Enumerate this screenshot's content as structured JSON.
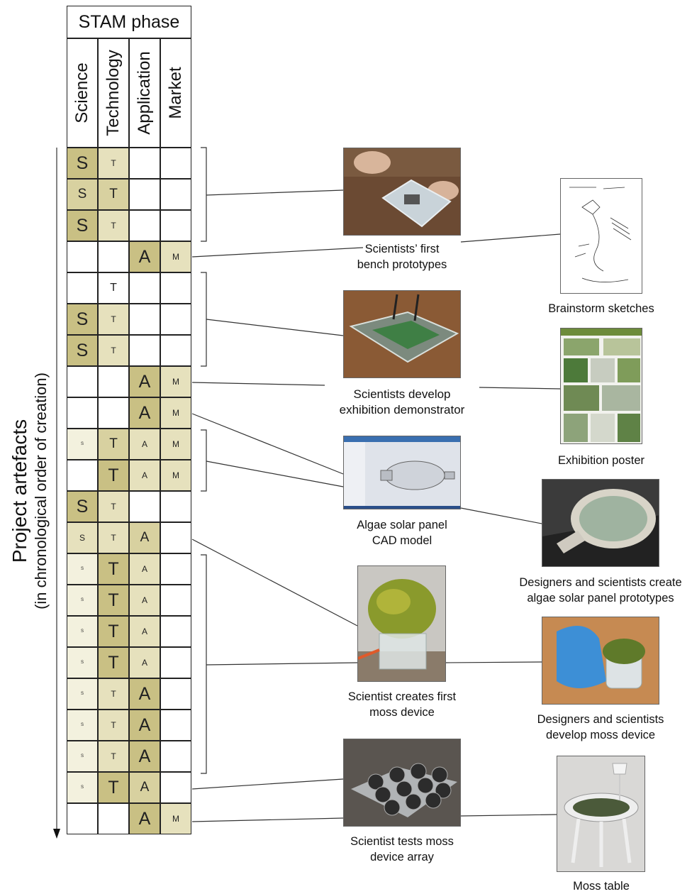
{
  "header": {
    "stam_title": "STAM phase",
    "columns": [
      "Science",
      "Technology",
      "Application",
      "Market"
    ]
  },
  "axis": {
    "title": "Project artefacts",
    "subtitle": "(in chronological order of creation)"
  },
  "rows": [
    [
      {
        "t": "S",
        "s": 3
      },
      {
        "t": "T",
        "s": 1
      },
      null,
      null
    ],
    [
      {
        "t": "S",
        "s": 2
      },
      {
        "t": "T",
        "s": 2
      },
      null,
      null
    ],
    [
      {
        "t": "S",
        "s": 3
      },
      {
        "t": "T",
        "s": 1
      },
      null,
      null
    ],
    [
      null,
      null,
      {
        "t": "A",
        "s": 3
      },
      {
        "t": "M",
        "s": 1
      }
    ],
    [
      null,
      {
        "t": "T",
        "s": 4
      },
      null,
      null
    ],
    [
      {
        "t": "S",
        "s": 3
      },
      {
        "t": "T",
        "s": 1
      },
      null,
      null
    ],
    [
      {
        "t": "S",
        "s": 3
      },
      {
        "t": "T",
        "s": 1
      },
      null,
      null
    ],
    [
      null,
      null,
      {
        "t": "A",
        "s": 3
      },
      {
        "t": "M",
        "s": 1
      }
    ],
    [
      null,
      null,
      {
        "t": "A",
        "s": 3
      },
      {
        "t": "M",
        "s": 1
      }
    ],
    [
      {
        "t": "S",
        "s": 0
      },
      {
        "t": "T",
        "s": 2
      },
      {
        "t": "A",
        "s": 1
      },
      {
        "t": "M",
        "s": 1
      }
    ],
    [
      null,
      {
        "t": "T",
        "s": 3
      },
      {
        "t": "A",
        "s": 1
      },
      {
        "t": "M",
        "s": 1
      }
    ],
    [
      {
        "t": "S",
        "s": 3
      },
      {
        "t": "T",
        "s": 1
      },
      null,
      null
    ],
    [
      {
        "t": "S",
        "s": 1
      },
      {
        "t": "T",
        "s": 1
      },
      {
        "t": "A",
        "s": 2
      },
      null
    ],
    [
      {
        "t": "S",
        "s": 0
      },
      {
        "t": "T",
        "s": 3
      },
      {
        "t": "A",
        "s": 1
      },
      null
    ],
    [
      {
        "t": "S",
        "s": 0
      },
      {
        "t": "T",
        "s": 3
      },
      {
        "t": "A",
        "s": 1
      },
      null
    ],
    [
      {
        "t": "S",
        "s": 0
      },
      {
        "t": "T",
        "s": 3
      },
      {
        "t": "A",
        "s": 1
      },
      null
    ],
    [
      {
        "t": "S",
        "s": 0
      },
      {
        "t": "T",
        "s": 3
      },
      {
        "t": "A",
        "s": 1
      },
      null
    ],
    [
      {
        "t": "S",
        "s": 0
      },
      {
        "t": "T",
        "s": 1
      },
      {
        "t": "A",
        "s": 3
      },
      null
    ],
    [
      {
        "t": "S",
        "s": 0
      },
      {
        "t": "T",
        "s": 1
      },
      {
        "t": "A",
        "s": 3
      },
      null
    ],
    [
      {
        "t": "S",
        "s": 0
      },
      {
        "t": "T",
        "s": 1
      },
      {
        "t": "A",
        "s": 3
      },
      null
    ],
    [
      {
        "t": "S",
        "s": 0
      },
      {
        "t": "T",
        "s": 3
      },
      {
        "t": "A",
        "s": 2
      },
      null
    ],
    [
      null,
      null,
      {
        "t": "A",
        "s": 3
      },
      {
        "t": "M",
        "s": 1
      }
    ]
  ],
  "palette": {
    "col_fill": [
      "#cfc78f",
      "#ddd6a5",
      "#ede9cd",
      "#f7f5e8"
    ],
    "fill_levels": [
      "#f3f1de",
      "#e6e1bd",
      "#d8d1a0",
      "#c9c084"
    ]
  },
  "artefacts": {
    "bench": {
      "icon": "bench-prototype-photo",
      "lines": [
        "Scientists’ first",
        "bench prototypes"
      ]
    },
    "sketches": {
      "icon": "sketch-photo",
      "lines": [
        "Brainstorm sketches"
      ]
    },
    "demonstrator": {
      "icon": "demonstrator-photo",
      "lines": [
        "Scientists develop",
        "exhibition demonstrator"
      ]
    },
    "poster": {
      "icon": "poster-photo",
      "lines": [
        "Exhibition poster"
      ]
    },
    "cad": {
      "icon": "cad-screenshot",
      "lines": [
        "Algae solar panel",
        "CAD model"
      ]
    },
    "solar_proto": {
      "icon": "solar-panel-photo",
      "lines": [
        "Designers and scientists create",
        "algae solar panel prototypes"
      ]
    },
    "moss_first": {
      "icon": "moss-device-photo",
      "lines": [
        "Scientist creates first",
        "moss device"
      ]
    },
    "moss_dev": {
      "icon": "gloved-hand-moss-photo",
      "lines": [
        "Designers and scientists",
        "develop moss device"
      ]
    },
    "moss_array": {
      "icon": "moss-array-photo",
      "lines": [
        "Scientist tests moss",
        "device array"
      ]
    },
    "moss_table": {
      "icon": "moss-table-photo",
      "lines": [
        "Moss table"
      ]
    }
  }
}
